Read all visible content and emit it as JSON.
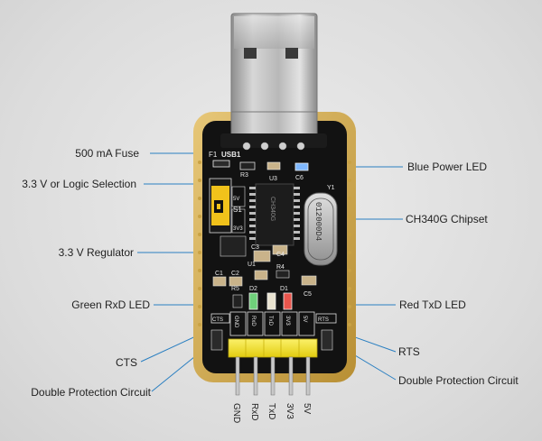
{
  "labels_left": [
    "500 mA Fuse",
    "3.3 V or  Logic Selection",
    "3.3 V Regulator",
    "Green RxD LED",
    "CTS",
    "Double Protection Circuit"
  ],
  "labels_right": [
    "Blue Power LED",
    "CH340G Chipset",
    "Red TxD LED",
    "RTS",
    "Double Protection Circuit"
  ],
  "pin_labels": [
    "GND",
    "RxD",
    "TxD",
    "3V3",
    "5V"
  ],
  "board_silkscreen": {
    "usb": "USB1",
    "f1": "F1",
    "r3": "R3",
    "c6": "C6",
    "y1": "Y1",
    "u3": "U3",
    "s1": "S1",
    "sel_5v": "5V",
    "sel_3v3": "3V3",
    "c3": "C3",
    "u1": "U1",
    "c1": "C1",
    "c2": "C2",
    "r5": "R5",
    "r4": "R4",
    "c4": "C4",
    "c5": "C5",
    "d2": "D2",
    "d1": "D1",
    "cts": "CTS",
    "rts": "RTS",
    "header_pins": [
      "GND",
      "RxD",
      "TxD",
      "3V3",
      "5V"
    ],
    "crystal": "012000D4",
    "chip": "CH340G"
  },
  "colors": {
    "background": "#dcdcdc",
    "pcb": "#111111",
    "gold": "#d9b45a",
    "leader": "#2a7fc1",
    "header": "#f3e61f",
    "green_led": "#6fd07a",
    "red_led": "#e9564d",
    "blue_led": "#7fb8ff"
  }
}
